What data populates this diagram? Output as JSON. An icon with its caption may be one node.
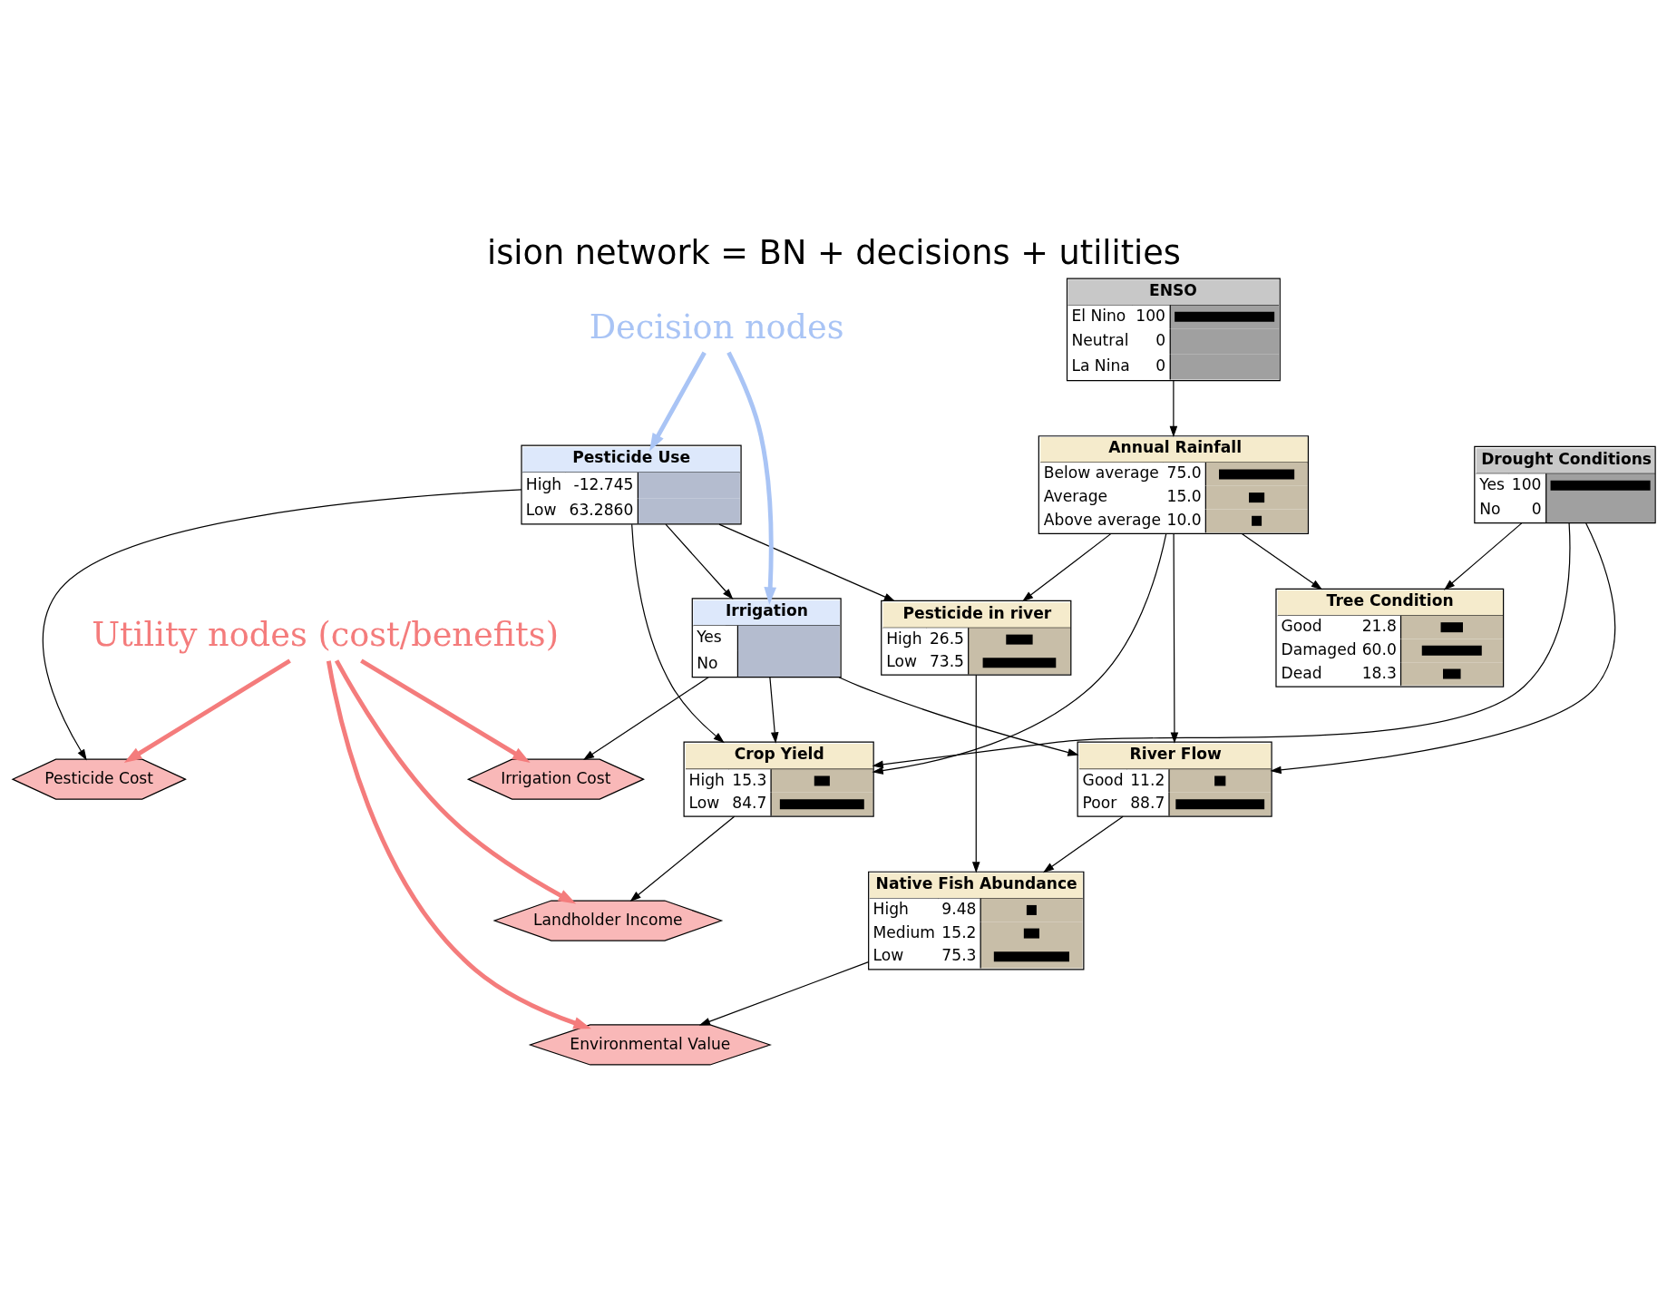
{
  "diagram": {
    "title": "ision network = BN + decisions + utilities",
    "nodes": [
      {
        "text": [
          "ENSO",
          "El Nino",
          "100",
          "Neutral",
          "0",
          "La Nina",
          "0"
        ]
      },
      {
        "text": [
          "Pesticide Use",
          "High",
          "-12.745",
          "Low",
          "63.2860"
        ]
      },
      {
        "text": [
          "Drought Conditions",
          "Yes",
          "100",
          "No",
          "0"
        ]
      },
      {
        "text": [
          "Annual Rainfall",
          "Below average",
          "75.0",
          "Average",
          "15.0",
          "Above average",
          "10.0"
        ]
      },
      {
        "text": [
          "Pesticide Cost"
        ]
      },
      {
        "text": [
          "Crop Yield",
          "High",
          "15.3",
          "Low",
          "84.7"
        ]
      },
      {
        "text": [
          "Irrigation",
          "Yes",
          "No"
        ]
      },
      {
        "text": [
          "Tree Condition",
          "Good",
          "21.8",
          "Damaged",
          "60.0",
          "Dead",
          "18.3"
        ]
      },
      {
        "text": [
          "Landholder Income"
        ]
      },
      {
        "text": [
          "Irrigation Cost"
        ]
      },
      {
        "text": [
          "Pesticide in river",
          "High",
          "26.5",
          "Low",
          "73.5"
        ]
      },
      {
        "text": [
          "River Flow",
          "Good",
          "11.2",
          "Poor",
          "88.7"
        ]
      },
      {
        "text": [
          "Native Fish Abundance",
          "High",
          "9.48",
          "Medium",
          "15.2",
          "Low",
          "75.3"
        ]
      },
      {
        "text": [
          "Environmental Value"
        ]
      },
      {
        "text": [
          "Decision nodes"
        ]
      },
      {
        "text": [
          "Utility nodes (cost/benefits)"
        ]
      }
    ],
    "edges": [
      {
        "from": 0,
        "to": 3,
        "arrow": "to"
      },
      {
        "from": 1,
        "to": 4,
        "arrow": "to"
      },
      {
        "from": 1,
        "to": 5,
        "arrow": "to"
      },
      {
        "from": 1,
        "to": 10,
        "arrow": "to"
      },
      {
        "from": 1,
        "to": 6,
        "arrow": "to"
      },
      {
        "from": 2,
        "to": 5,
        "arrow": "to"
      },
      {
        "from": 2,
        "to": 11,
        "arrow": "to"
      },
      {
        "from": 2,
        "to": 7,
        "arrow": "to"
      },
      {
        "from": 3,
        "to": 5,
        "arrow": "to"
      },
      {
        "from": 3,
        "to": 10,
        "arrow": "to"
      },
      {
        "from": 3,
        "to": 7,
        "arrow": "to"
      },
      {
        "from": 3,
        "to": 11,
        "arrow": "to"
      },
      {
        "from": 6,
        "to": 5,
        "arrow": "to"
      },
      {
        "from": 6,
        "to": 9,
        "arrow": "to"
      },
      {
        "from": 6,
        "to": 11,
        "arrow": "to"
      },
      {
        "from": 5,
        "to": 8,
        "arrow": "to"
      },
      {
        "from": 10,
        "to": 12,
        "arrow": "to"
      },
      {
        "from": 11,
        "to": 12,
        "arrow": "to"
      },
      {
        "from": 12,
        "to": 13,
        "arrow": "to"
      },
      {
        "from": 14,
        "to": 1,
        "arrow": "to",
        "style": "thick",
        "color": "#a9c4f5"
      },
      {
        "from": 14,
        "to": 6,
        "arrow": "to",
        "style": "thick",
        "color": "#a9c4f5"
      },
      {
        "from": 15,
        "to": 4,
        "arrow": "to",
        "style": "thick",
        "color": "#f47c7c"
      },
      {
        "from": 15,
        "to": 8,
        "arrow": "to",
        "style": "thick",
        "color": "#f47c7c"
      },
      {
        "from": 15,
        "to": 9,
        "arrow": "to",
        "style": "thick",
        "color": "#f47c7c"
      },
      {
        "from": 15,
        "to": 13,
        "arrow": "to",
        "style": "thick",
        "color": "#f47c7c"
      }
    ]
  }
}
